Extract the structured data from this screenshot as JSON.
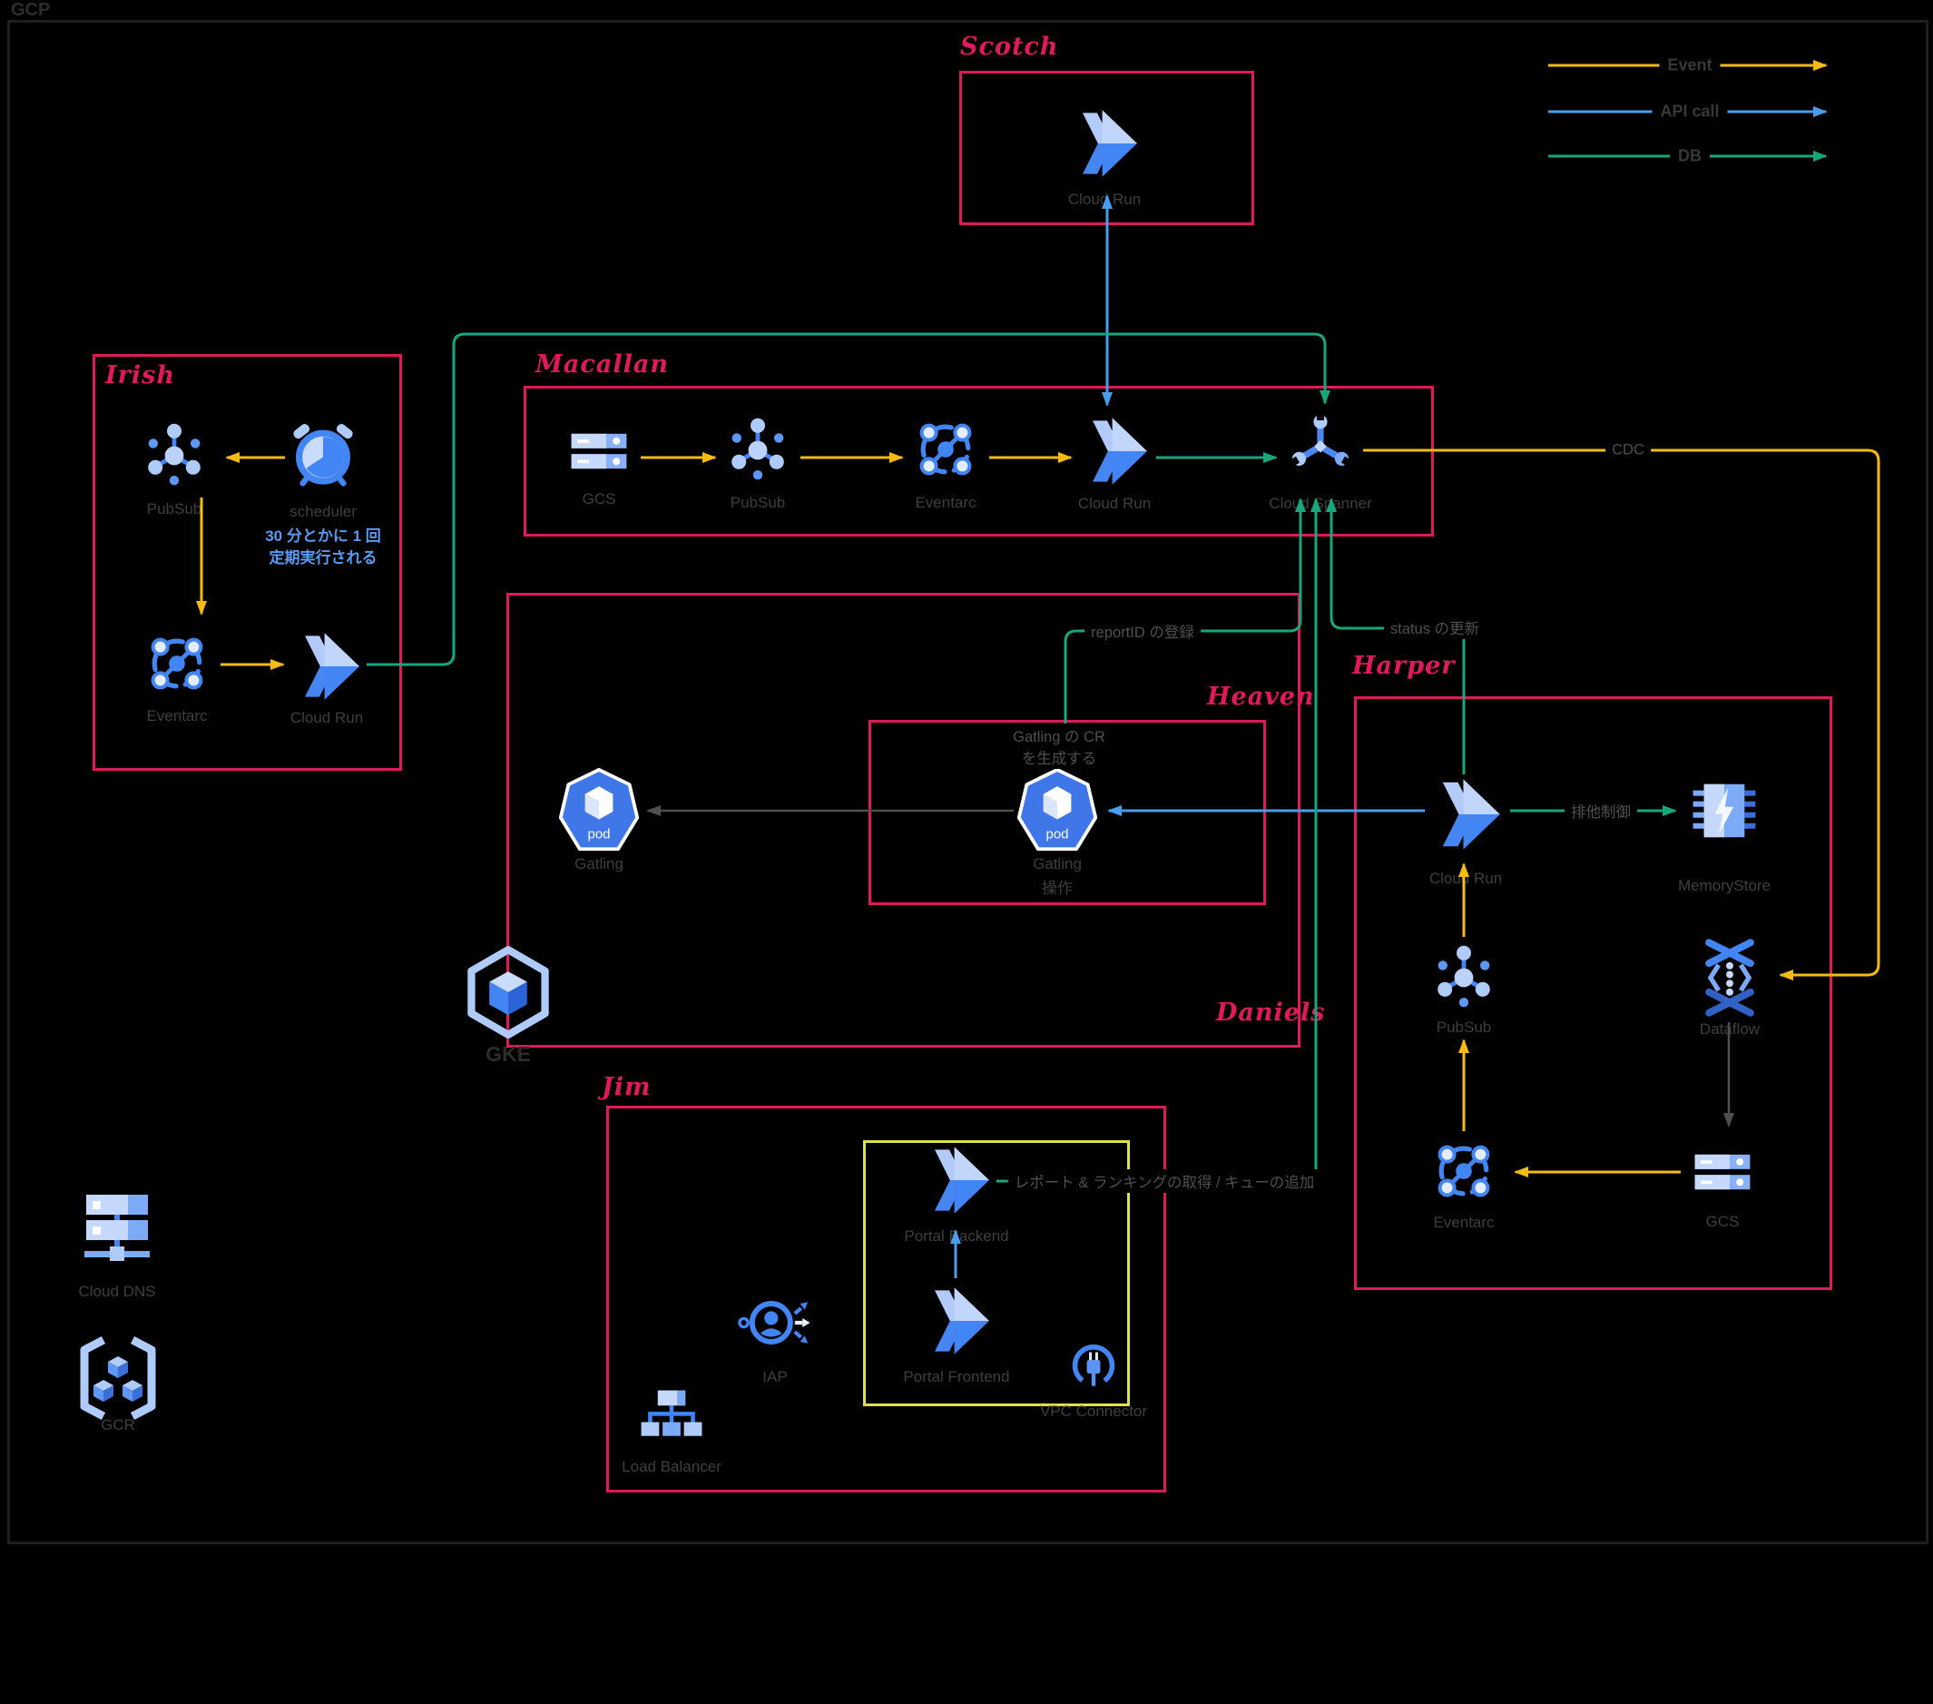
{
  "header": {
    "title": "GCP"
  },
  "legend": {
    "event": "Event",
    "api_call": "API call",
    "db": "DB"
  },
  "groups": {
    "scotch": "Scotch",
    "irish": "Irish",
    "macallan": "Macallan",
    "heaven": "Heaven",
    "daniels": "Daniels",
    "harper": "Harper",
    "jim": "Jim"
  },
  "nodes": {
    "scotch_cloud_run": "Cloud Run",
    "irish_pubsub": "PubSub",
    "irish_scheduler": "scheduler",
    "irish_eventarc": "Eventarc",
    "irish_cloud_run": "Cloud Run",
    "macallan_gcs": "GCS",
    "macallan_pubsub": "PubSub",
    "macallan_eventarc": "Eventarc",
    "macallan_cloud_run": "Cloud Run",
    "macallan_spanner": "Cloud Spanner",
    "daniels_pod_title": "Gatling",
    "heaven_pod_title": "Gatling",
    "heaven_pod_subtitle": "操作",
    "gke": "GKE",
    "harper_cloud_run": "Cloud Run",
    "memorystore": "MemoryStore",
    "harper_pubsub": "PubSub",
    "dataflow": "Dataflow",
    "harper_eventarc": "Eventarc",
    "harper_gcs": "GCS",
    "portal_backend": "Portal Backend",
    "portal_frontend": "Portal Frontend",
    "iap": "IAP",
    "load_balancer": "Load Balancer",
    "vpc_connector": "VPC Connector",
    "cloud_dns": "Cloud DNS",
    "gcr": "GCR",
    "pod_badge": "pod"
  },
  "annotations": {
    "scheduler_note_1": "30 分とかに 1 回",
    "scheduler_note_2": "定期実行される",
    "gatling_cr_1": "Gatling の CR",
    "gatling_cr_2": "を生成する",
    "report_id": "reportID の登録",
    "status_update": "status の更新",
    "report_ranking": "レポート & ランキングの取得 / キューの追加",
    "cdc": "CDC",
    "exclusive_control": "排他制御"
  },
  "colors": {
    "group_border": "#e0195c",
    "inner_box_border": "#dde24b",
    "event_arrow": "#f5bb12",
    "api_call_arrow": "#4a9deb",
    "db_arrow": "#18a67c",
    "icon_blue": "#4285f4",
    "icon_light_blue": "#aecbfa"
  }
}
